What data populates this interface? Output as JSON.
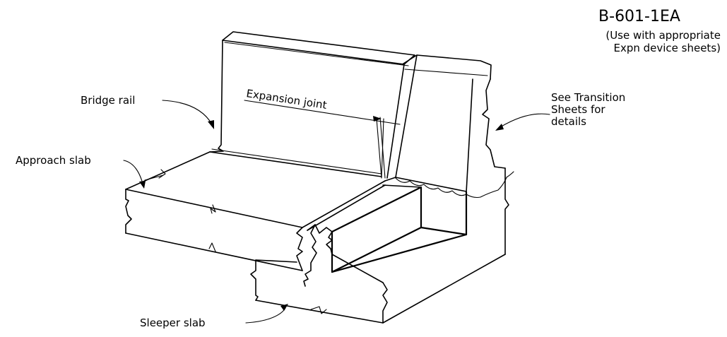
{
  "sheet": {
    "code": "B-601-1EA",
    "note_line1": "(Use with appropriate",
    "note_line2": "Expn device sheets)"
  },
  "labels": {
    "bridge_rail": "Bridge rail",
    "approach_slab": "Approach slab",
    "expansion_joint": "Expansion joint",
    "sleeper_slab": "Sleeper slab",
    "transition_line1": "See Transition",
    "transition_line2": "Sheets for",
    "transition_line3": "details"
  },
  "colors": {
    "ink": "#000000",
    "paper": "#ffffff"
  }
}
